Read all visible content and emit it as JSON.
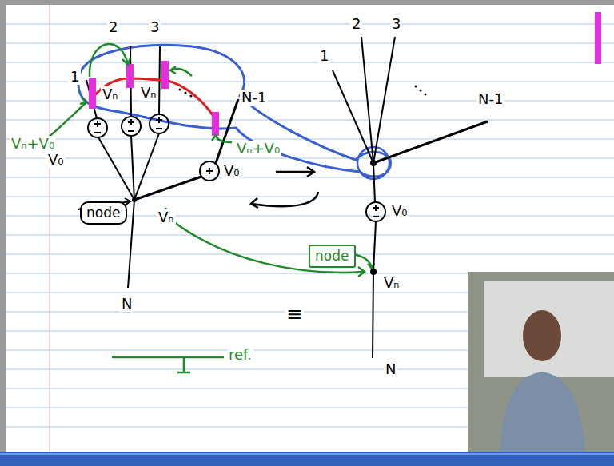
{
  "diagram": {
    "nodes": [
      {
        "text": [
          "node"
        ]
      },
      {
        "text": [
          "node"
        ]
      }
    ],
    "labels": [
      "1",
      "2",
      "3",
      "N-1",
      "Vₙ+V₀",
      "V₀",
      "Vₙ",
      "Vₙ",
      "Vₙ+V₀",
      "V₀",
      "Vₙ",
      "N",
      "≡",
      "ref.",
      "1",
      "2",
      "3",
      "N-1",
      "V₀",
      "Vₙ",
      "N"
    ]
  }
}
